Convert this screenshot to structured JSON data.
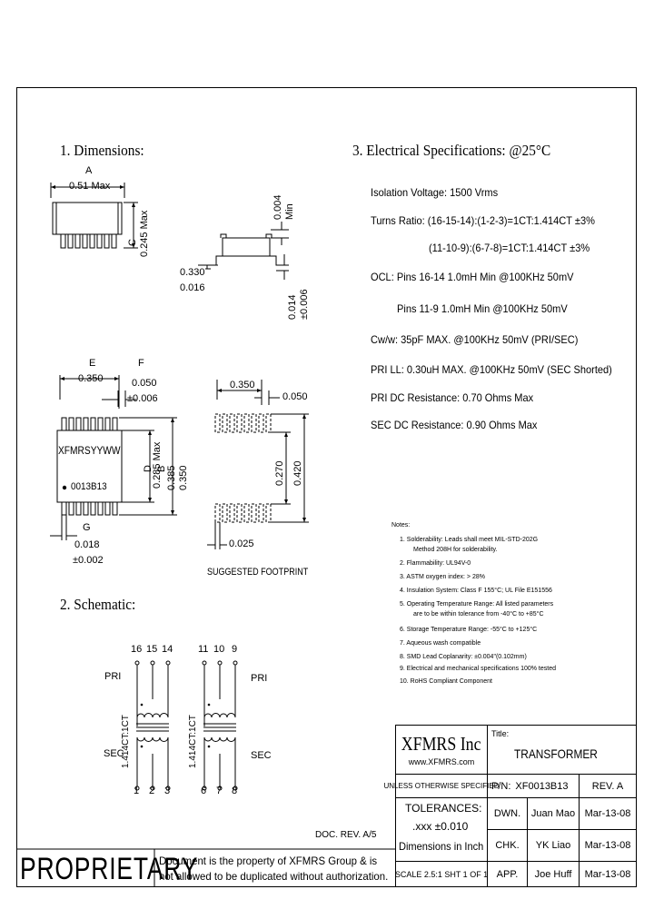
{
  "section1": {
    "title": "1. Dimensions:",
    "label_a": "A",
    "dim_a": "0.51 Max",
    "label_c": "C",
    "dim_c": "0.245 Max",
    "dim_min_val": "0.004",
    "dim_min_word": "Min",
    "dim_0330": "0.330",
    "dim_0016": "0.016",
    "dim_0014": "0.014",
    "dim_0006": "±0.006",
    "label_e": "E",
    "dim_e": "0.350",
    "label_f": "F",
    "dim_f1": "0.050",
    "dim_f2": "±0.006",
    "marking1": "XFMRSYYWW",
    "marking2": "0013B13",
    "label_d": "D",
    "dim_d": "0.285 Max",
    "label_b": "B",
    "dim_b1": "0.385",
    "dim_b2": "0.350",
    "label_g": "G",
    "dim_g1": "0.018",
    "dim_g2": "±0.002",
    "fp_0350": "0.350",
    "fp_0050": "0.050",
    "fp_0270": "0.270",
    "fp_0420": "0.420",
    "fp_0025": "0.025",
    "footprint_caption": "SUGGESTED FOOTPRINT"
  },
  "section2": {
    "title": "2. Schematic:",
    "top_left_pins": [
      "16",
      "15",
      "14"
    ],
    "top_right_pins": [
      "11",
      "10",
      "9"
    ],
    "bottom_left_pins": [
      "1",
      "2",
      "3"
    ],
    "bottom_right_pins": [
      "6",
      "7",
      "8"
    ],
    "pri_left": "PRI",
    "pri_right": "PRI",
    "sec_left": "SEC",
    "sec_right": "SEC",
    "ratio_left": "1.414CT:1CT",
    "ratio_right": "1.414CT:1CT"
  },
  "section3": {
    "title": "3. Electrical   Specifications: @25°C",
    "lines": [
      "Isolation Voltage:  1500 Vrms",
      "Turns Ratio: (16-15-14):(1-2-3)=1CT:1.414CT ±3%",
      "(11-10-9):(6-7-8)=1CT:1.414CT ±3%",
      "OCL: Pins 16-14  1.0mH Min @100KHz 50mV",
      "Pins 11-9  1.0mH Min @100KHz 50mV",
      "Cw/w: 35pF MAX. @100KHz 50mV (PRI/SEC)",
      "PRI LL: 0.30uH  MAX. @100KHz 50mV (SEC Shorted)",
      "PRI DC Resistance: 0.70 Ohms Max",
      "SEC DC Resistance: 0.90 Ohms Max"
    ]
  },
  "notes": {
    "heading": "Notes:",
    "items": [
      "1. Solderability: Leads shall meet MIL-STD-202G",
      "Method 208H for solderability.",
      "2. Flammability: UL94V-0",
      "3. ASTM oxygen index: > 28%",
      "4. Insulation System: Class F 155°C; UL File E151556",
      "5. Operating Temperature Range: All listed parameters",
      "are to be within tolerance from -40°C to +85°C",
      "6. Storage Temperature Range: -55°C to +125°C",
      "7. Aqueous wash compatible",
      "8. SMD Lead Coplanarity: ±0.004\"(0.102mm)",
      "9. Electrical and mechanical specifications 100% tested",
      "10. RoHS Compliant Component"
    ]
  },
  "doc_rev": "DOC. REV. A/5",
  "proprietary": {
    "word": "PROPRIETARY",
    "line1": "Document is the property of XFMRS Group & is",
    "line2": "not allowed to be duplicated without authorization."
  },
  "title_block": {
    "company": "XFMRS Inc",
    "website": "www.XFMRS.com",
    "title_label": "Title:",
    "title_value": "TRANSFORMER",
    "unless": "UNLESS OTHERWISE SPECIFIED",
    "pn_label": "P/N:",
    "pn_value": "XF0013B13",
    "rev": "REV. A",
    "tolerances": "TOLERANCES:",
    "tol_value": ".xxx ±0.010",
    "dims_inch": "Dimensions in Inch",
    "dwn": "DWN.",
    "dwn_name": "Juan Mao",
    "dwn_date": "Mar-13-08",
    "chk": "CHK.",
    "chk_name": "YK Liao",
    "chk_date": "Mar-13-08",
    "scale": "SCALE 2.5:1 SHT 1 OF 1",
    "app": "APP.",
    "app_name": "Joe Huff",
    "app_date": "Mar-13-08"
  }
}
